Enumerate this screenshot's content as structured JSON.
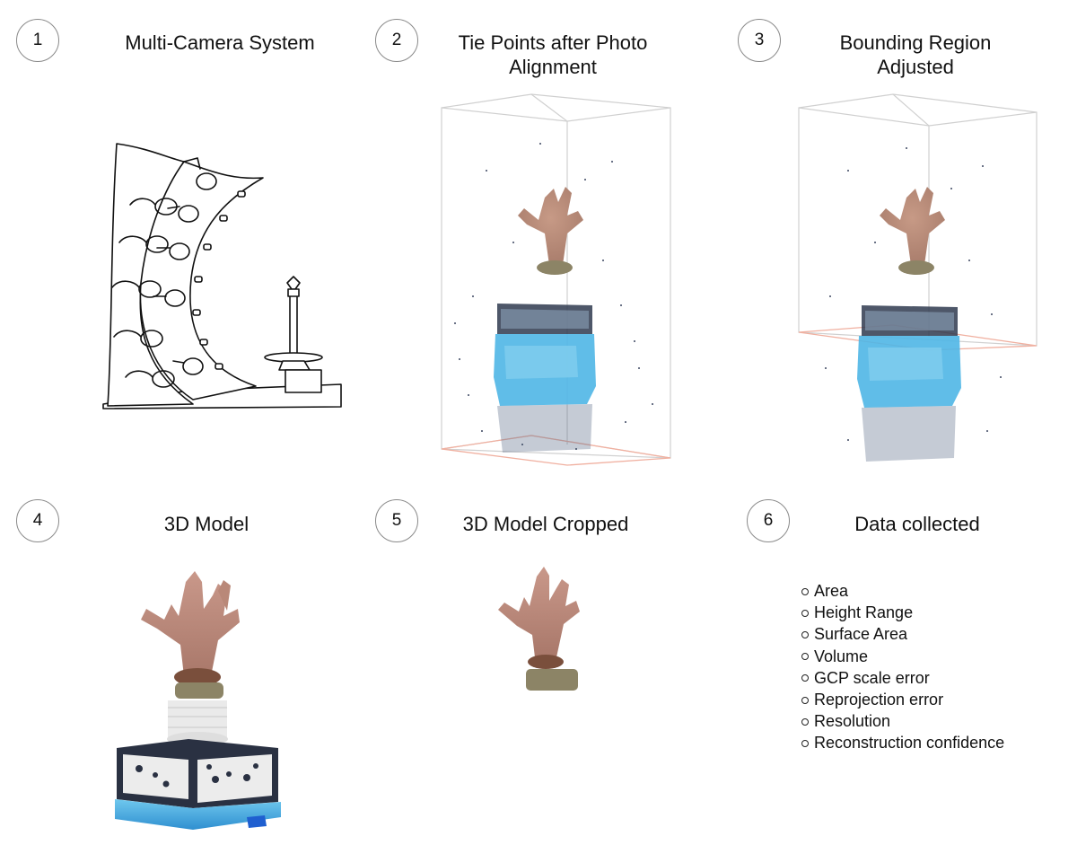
{
  "steps": [
    {
      "number": "1",
      "title": "Multi-Camera System"
    },
    {
      "number": "2",
      "title": "Tie Points after Photo Alignment"
    },
    {
      "number": "3",
      "title": "Bounding Region Adjusted"
    },
    {
      "number": "4",
      "title": "3D Model"
    },
    {
      "number": "5",
      "title": "3D Model Cropped"
    },
    {
      "number": "6",
      "title": "Data collected"
    }
  ],
  "data_collected": [
    "Area",
    "Height Range",
    "Surface Area",
    "Volume",
    "GCP scale error",
    "Reprojection error",
    "Resolution",
    "Reconstruction confidence"
  ],
  "colors": {
    "coral": "#b88a78",
    "stand_dark": "#2f3a4f",
    "stand_blue": "#4fb6e6",
    "base_olive": "#8c8466",
    "box_line": "#d0d0d0",
    "box_floor": "#f0b0a0"
  }
}
